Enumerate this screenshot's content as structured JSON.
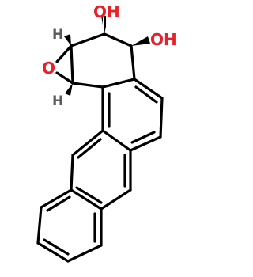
{
  "molecule": {
    "labels": {
      "oh_top": "OH",
      "oh_right": "OH",
      "epoxide_o": "O",
      "h_top": "H",
      "h_bottom": "H"
    },
    "colors": {
      "heteroatom": "#e8202a",
      "carbon_hydrogen": "#5a5a5a",
      "bond": "#000000",
      "background": "#ffffff"
    }
  }
}
